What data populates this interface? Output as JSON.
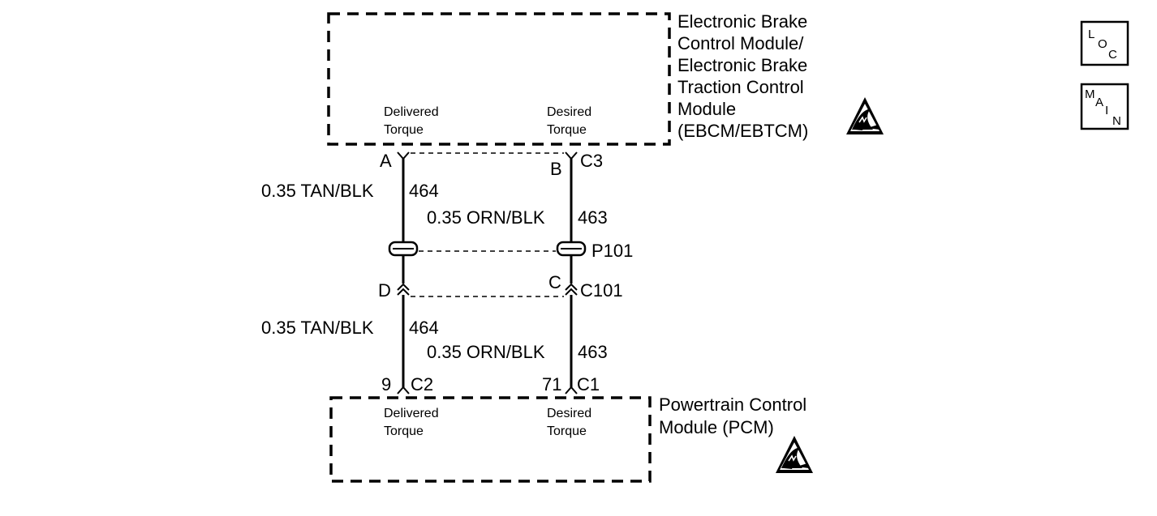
{
  "ebcm": {
    "title_lines": [
      "Electronic Brake",
      "Control Module/",
      "Electronic Brake",
      "Traction Control",
      "Module",
      "(EBCM/EBTCM)"
    ],
    "pin_left": {
      "line1": "Delivered",
      "line2": "Torque"
    },
    "pin_right": {
      "line1": "Desired",
      "line2": "Torque"
    },
    "connector": "C3",
    "terminal_left": "A",
    "terminal_right": "B"
  },
  "pcm": {
    "title_lines": [
      "Powertrain Control",
      "Module (PCM)"
    ],
    "pin_left": {
      "line1": "Delivered",
      "line2": "Torque"
    },
    "pin_right": {
      "line1": "Desired",
      "line2": "Torque"
    },
    "terminal_left": "9",
    "connector_left": "C2",
    "terminal_right": "71",
    "connector_right": "C1"
  },
  "wires": {
    "upper_left": {
      "spec": "0.35 TAN/BLK",
      "circuit": "464"
    },
    "upper_right": {
      "spec": "0.35 ORN/BLK",
      "circuit": "463"
    },
    "lower_left": {
      "spec": "0.35 TAN/BLK",
      "circuit": "464"
    },
    "lower_right": {
      "spec": "0.35 ORN/BLK",
      "circuit": "463"
    }
  },
  "pass_through": {
    "label": "P101"
  },
  "inline_connector": {
    "label": "C101",
    "terminal_left": "D",
    "terminal_right": "C"
  },
  "icons": {
    "loc": {
      "name": "loc-icon",
      "letters": [
        "L",
        "O",
        "C"
      ]
    },
    "main": {
      "name": "main-icon",
      "letters": [
        "M",
        "A",
        "I",
        "N"
      ]
    },
    "esd": {
      "name": "esd-warning-icon"
    }
  }
}
